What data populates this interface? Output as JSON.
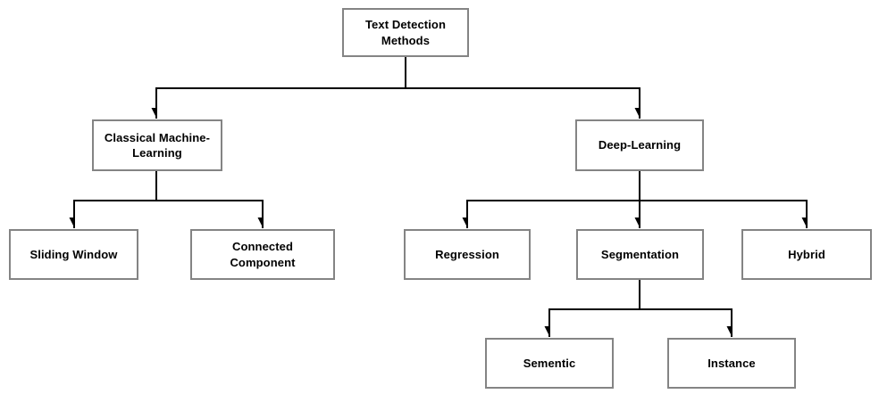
{
  "diagram": {
    "nodes": {
      "root": {
        "label": "Text Detection\nMethods"
      },
      "classical": {
        "label": "Classical Machine-\nLearning"
      },
      "deep": {
        "label": "Deep-Learning"
      },
      "sliding": {
        "label": "Sliding Window"
      },
      "connected": {
        "label": "Connected\nComponent"
      },
      "regression": {
        "label": "Regression"
      },
      "segmentation": {
        "label": "Segmentation"
      },
      "hybrid": {
        "label": "Hybrid"
      },
      "sementic": {
        "label": "Sementic"
      },
      "instance": {
        "label": "Instance"
      }
    },
    "edges": [
      {
        "from": "root",
        "to": "classical"
      },
      {
        "from": "root",
        "to": "deep"
      },
      {
        "from": "classical",
        "to": "sliding"
      },
      {
        "from": "classical",
        "to": "connected"
      },
      {
        "from": "deep",
        "to": "regression"
      },
      {
        "from": "deep",
        "to": "segmentation"
      },
      {
        "from": "deep",
        "to": "hybrid"
      },
      {
        "from": "segmentation",
        "to": "sementic"
      },
      {
        "from": "segmentation",
        "to": "instance"
      }
    ],
    "colors": {
      "box_border": "#848484",
      "box_fill": "#ffffff",
      "line": "#000000",
      "text": "#000000",
      "background": "#ffffff"
    }
  }
}
